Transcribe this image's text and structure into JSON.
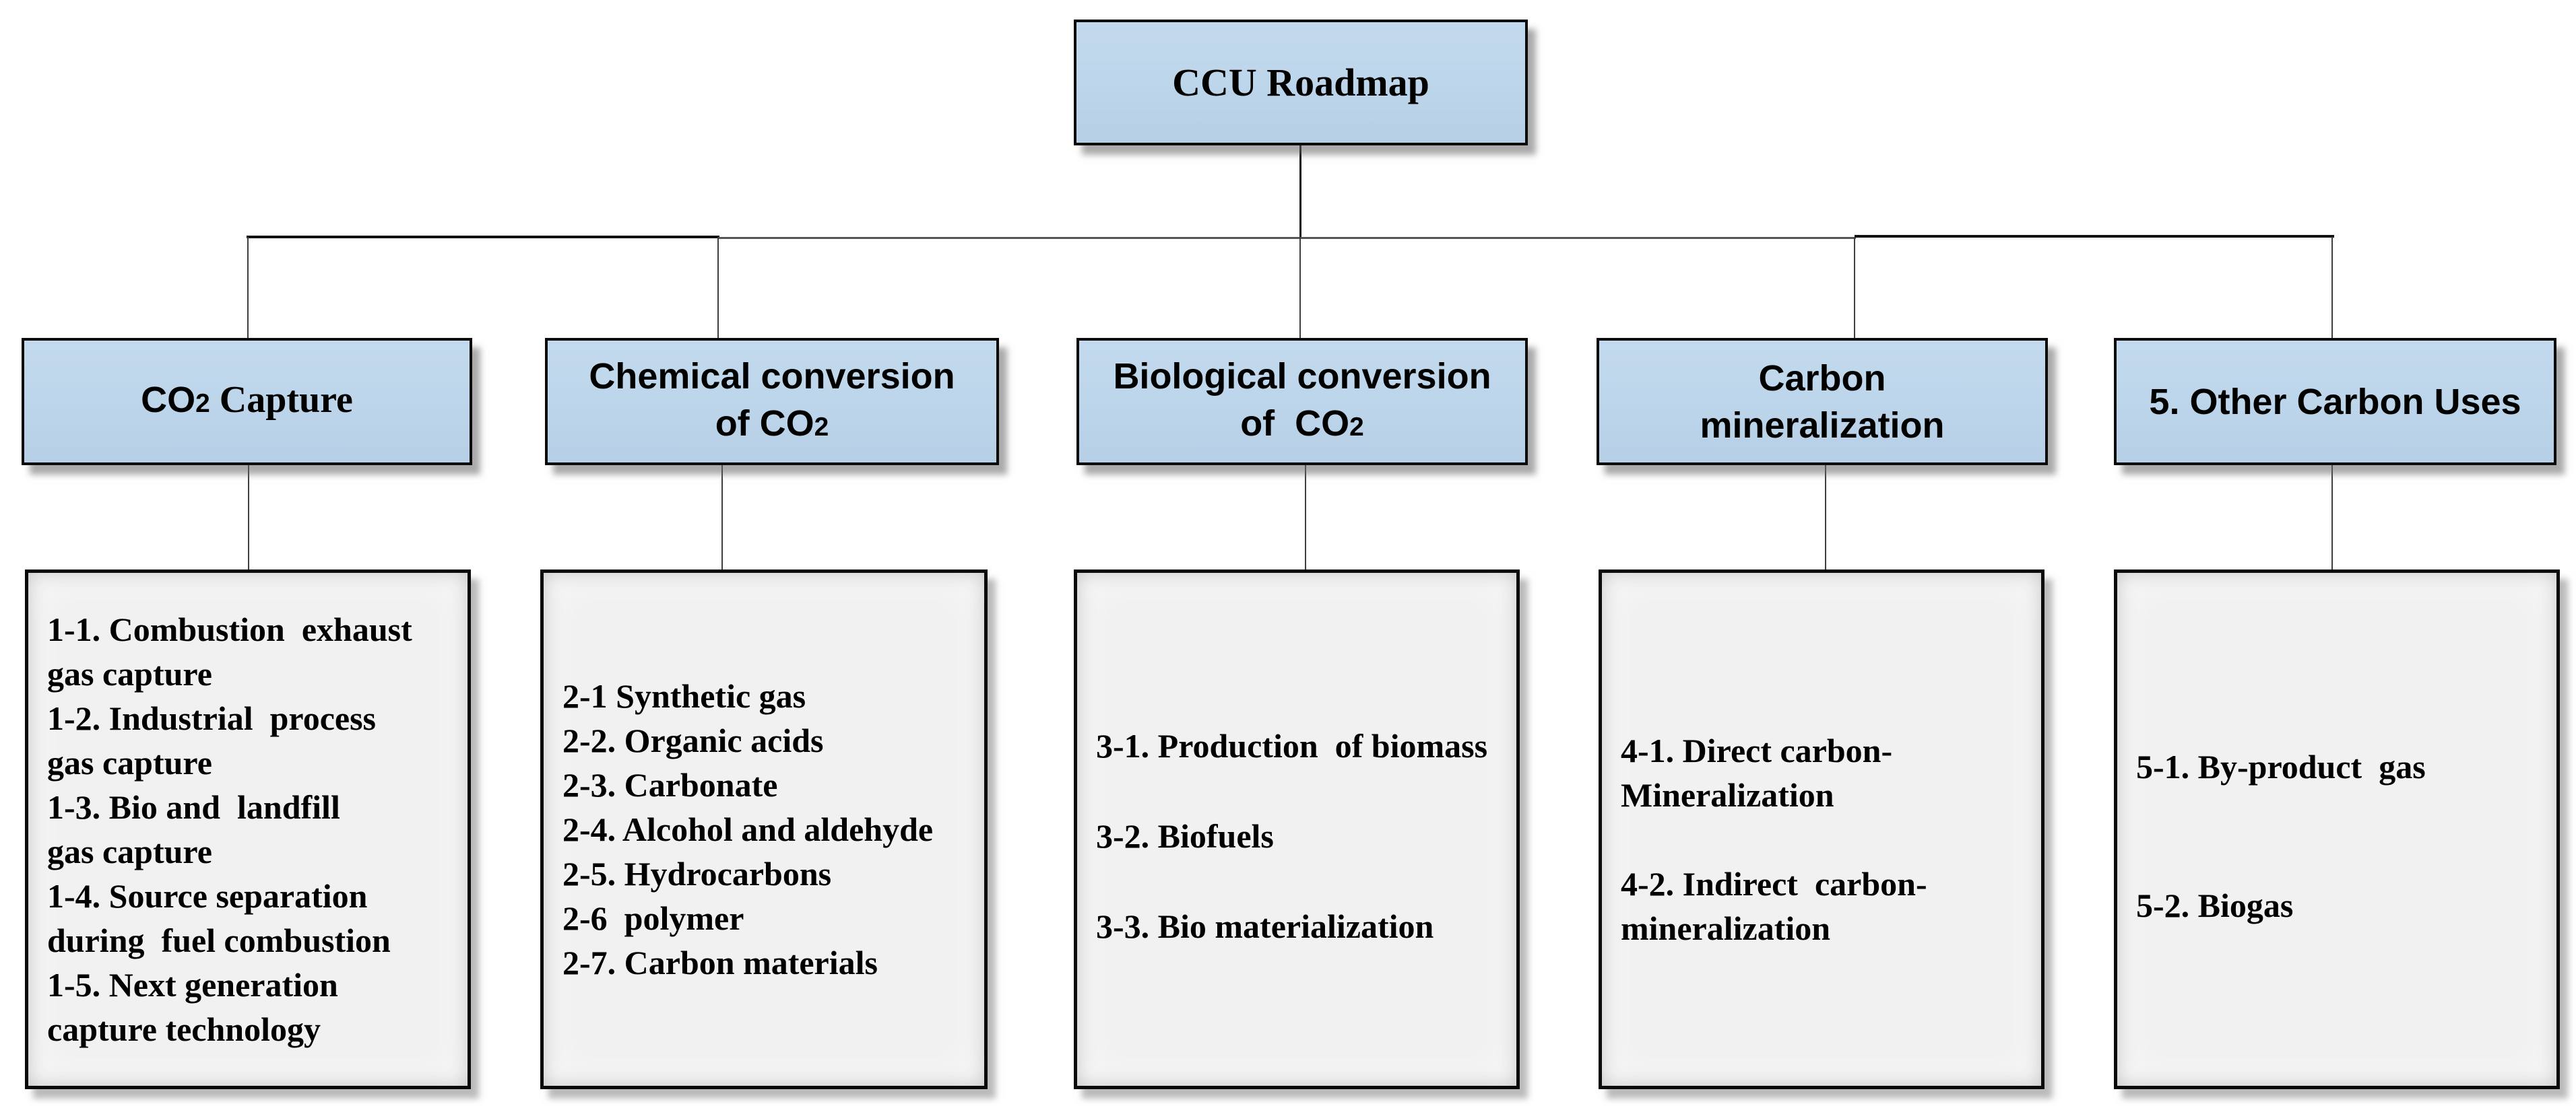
{
  "root": {
    "label": "CCU Roadmap"
  },
  "palette": {
    "node_fill": "#bdd5ea",
    "node_border": "#0a0a0a",
    "detail_fill": "#f1f1f1",
    "connector": "#3f3f3f",
    "rail": "#111111"
  },
  "branches": [
    {
      "header": {
        "co": "CO",
        "sub": "2",
        "rest": " Capture"
      },
      "items": [
        "1-1. Combustion  exhaust\ngas capture",
        "1-2. Industrial  process\ngas capture",
        "1-3. Bio and  landfill\ngas capture",
        "1-4. Source separation\nduring  fuel combustion",
        "1-5. Next generation\ncapture technology"
      ]
    },
    {
      "header": {
        "line1": "Chemical conversion",
        "line2_pre": "of CO",
        "line2_sub": "2"
      },
      "items": [
        "2-1 Synthetic gas",
        "2-2. Organic acids",
        "2-3. Carbonate",
        "2-4. Alcohol and aldehyde",
        "2-5. Hydrocarbons",
        "2-6  polymer",
        "2-7. Carbon materials"
      ]
    },
    {
      "header": {
        "line1": "Biological conversion",
        "line2_pre": "of  CO",
        "line2_sub": "2"
      },
      "items": [
        "3-1. Production  of biomass",
        "3-2. Biofuels",
        "3-3. Bio materialization"
      ]
    },
    {
      "header": {
        "line1": "Carbon",
        "line2": "mineralization"
      },
      "items": [
        "4-1. Direct carbon-\nMineralization",
        "4-2. Indirect  carbon-\nmineralization"
      ]
    },
    {
      "header": {
        "line1": "5. Other Carbon Uses"
      },
      "items": [
        "5-1. By-product  gas",
        "5-2. Biogas"
      ]
    }
  ]
}
